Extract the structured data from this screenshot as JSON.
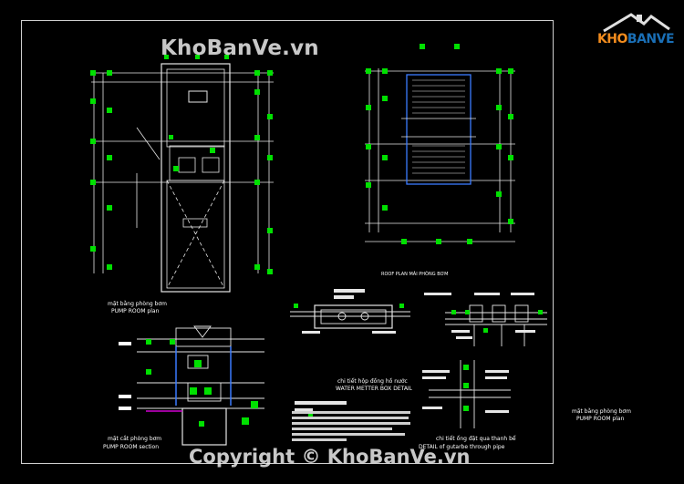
{
  "watermark": {
    "top": "KhoBanVe.vn",
    "bottom": "Copyright © KhoBanVe.vn",
    "logo_kho": "KHO",
    "logo_banve": "BANVE"
  },
  "drawings": {
    "pump_plan_vi": "mặt bằng phòng bơm",
    "pump_plan_en": "PUMP ROOM plan",
    "roof_plan": "ROOF PLAN MÁI PHÒNG BƠM",
    "meter_detail_vi": "chi tiết hộp đồng hồ nước",
    "meter_detail_en": "WATER METTER BOX DETAIL",
    "section_vi": "mặt cắt phòng bơm",
    "section_en": "PUMP ROOM section",
    "pipe_detail_vi": "chi tiết ống đặt qua thanh bể",
    "pipe_detail_en": "DETAIL of gutarbe through pipe",
    "outside_plan_vi": "mặt bằng phòng bơm",
    "outside_plan_en": "PUMP ROOM plan"
  },
  "colors": {
    "background": "#000000",
    "frame": "#cfcfcf",
    "line_white": "#e6e6e6",
    "marker_green": "#00e000",
    "pipe_blue": "#3a7bff",
    "pipe_magenta": "#d000d0",
    "logo_orange": "#f28c1e",
    "logo_blue": "#1a6fb6"
  }
}
